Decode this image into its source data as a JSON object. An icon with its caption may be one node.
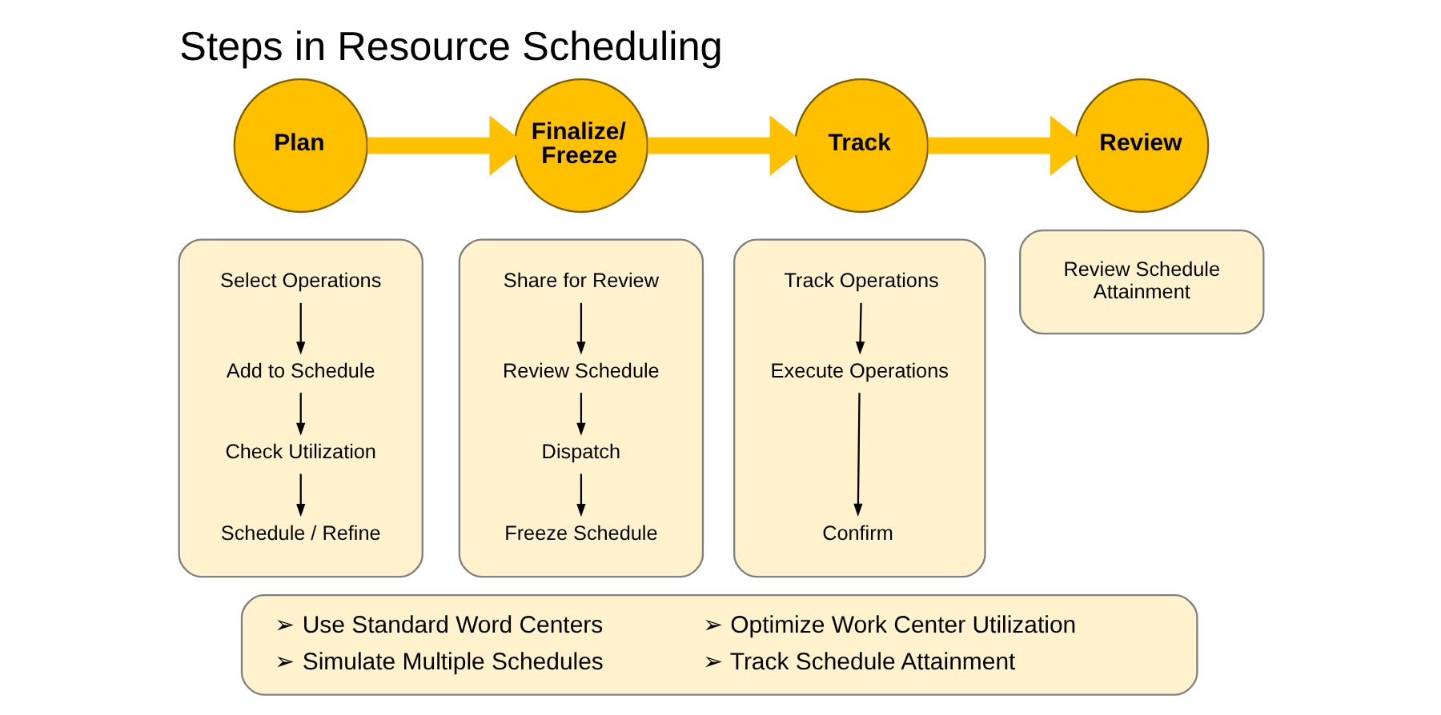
{
  "diagram": {
    "title": "Steps in Resource Scheduling",
    "nodes": [
      {
        "text": [
          "Plan"
        ]
      },
      {
        "text": [
          "Finalize/ Freeze"
        ]
      },
      {
        "text": [
          "Track"
        ]
      },
      {
        "text": [
          "Review"
        ]
      },
      {
        "text": [],
        "shape": "box"
      },
      {
        "text": [
          "Select Operations"
        ],
        "in": 4
      },
      {
        "text": [
          "Add to Schedule"
        ],
        "in": 4
      },
      {
        "text": [
          "Check Utilization"
        ],
        "in": 4
      },
      {
        "text": [
          "Schedule / Refine"
        ],
        "in": 4
      },
      {
        "text": [],
        "shape": "box"
      },
      {
        "text": [
          "Share for Review"
        ],
        "in": 9
      },
      {
        "text": [
          "Review Schedule"
        ],
        "in": 9
      },
      {
        "text": [
          "Dispatch"
        ],
        "in": 9
      },
      {
        "text": [
          "Freeze Schedule"
        ],
        "in": 9
      },
      {
        "text": [],
        "shape": "box"
      },
      {
        "text": [
          "Track Operations"
        ],
        "in": 14
      },
      {
        "text": [
          "Execute Operations"
        ],
        "in": 14
      },
      {
        "text": [
          "Confirm"
        ],
        "in": 14
      },
      {
        "text": [],
        "shape": "box"
      },
      {
        "text": [
          "Review Schedule Attainment"
        ],
        "in": 18
      },
      {
        "text": [
          "➢ Use Standard Word Centers",
          "➢ Optimize Work Center Utilization",
          "➢ Simulate Multiple Schedules",
          "➢ Track Schedule Attainment"
        ]
      }
    ],
    "edges": [
      {
        "from": 0,
        "to": 1,
        "arrow": "to",
        "style": "thick",
        "color": "#ffc000"
      },
      {
        "from": 1,
        "to": 2,
        "arrow": "to",
        "style": "thick",
        "color": "#ffc000"
      },
      {
        "from": 2,
        "to": 3,
        "arrow": "to",
        "style": "thick",
        "color": "#ffc000"
      },
      {
        "from": 5,
        "to": 6,
        "arrow": "to"
      },
      {
        "from": 6,
        "to": 7,
        "arrow": "to"
      },
      {
        "from": 7,
        "to": 8,
        "arrow": "to"
      },
      {
        "from": 10,
        "to": 11,
        "arrow": "to"
      },
      {
        "from": 11,
        "to": 12,
        "arrow": "to"
      },
      {
        "from": 12,
        "to": 13,
        "arrow": "to"
      },
      {
        "from": 15,
        "to": 16,
        "arrow": "to"
      },
      {
        "from": 16,
        "to": 17,
        "arrow": "to"
      }
    ]
  }
}
